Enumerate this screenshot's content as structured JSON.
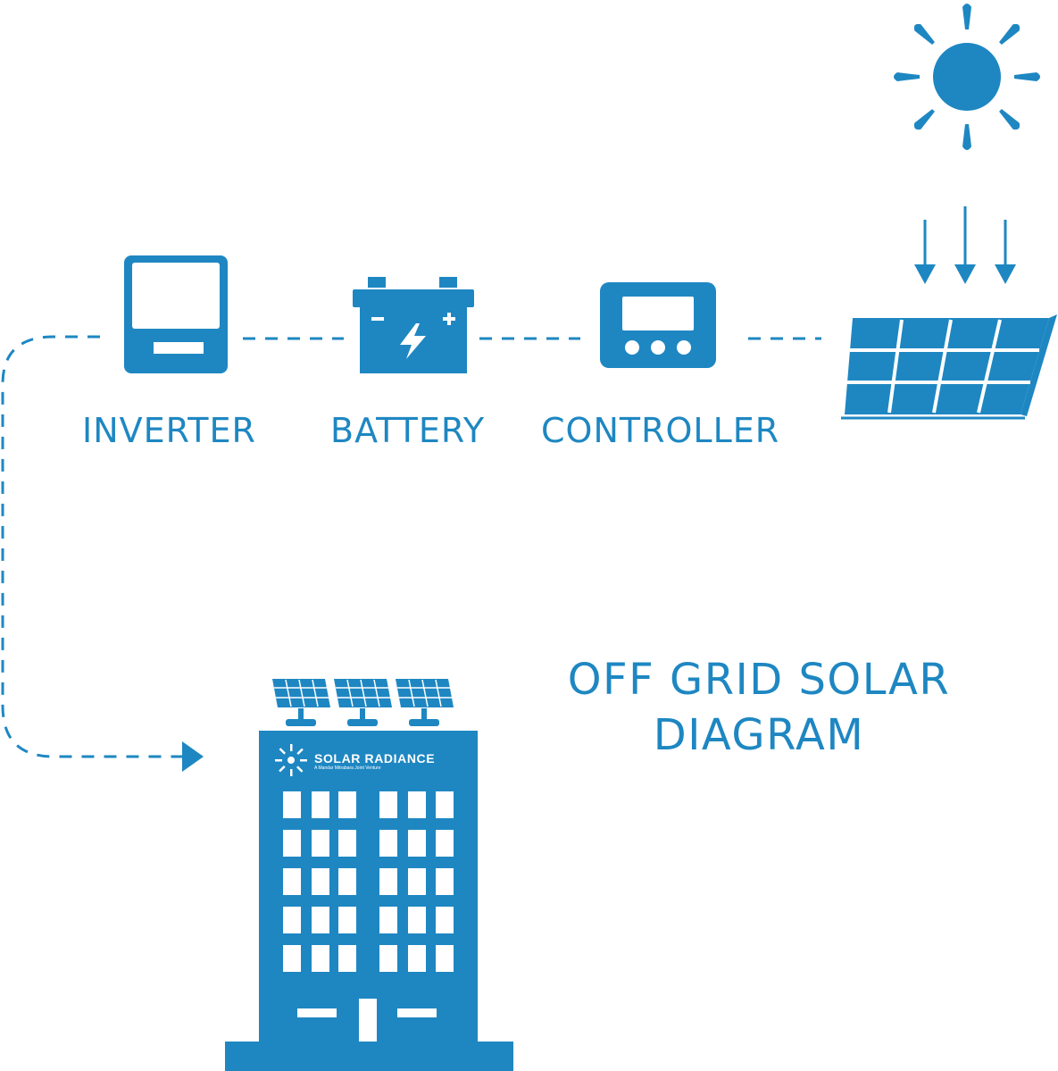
{
  "title": {
    "line1": "OFF GRID SOLAR",
    "line2": "DIAGRAM"
  },
  "components": {
    "inverter": "INVERTER",
    "battery": "BATTERY",
    "controller": "CONTROLLER"
  },
  "building": {
    "brand_name": "SOLAR RADIANCE",
    "brand_tagline": "A Mandar Mitrabara Joint Venture"
  },
  "colors": {
    "primary": "#1e87c2",
    "background": "#ffffff"
  }
}
